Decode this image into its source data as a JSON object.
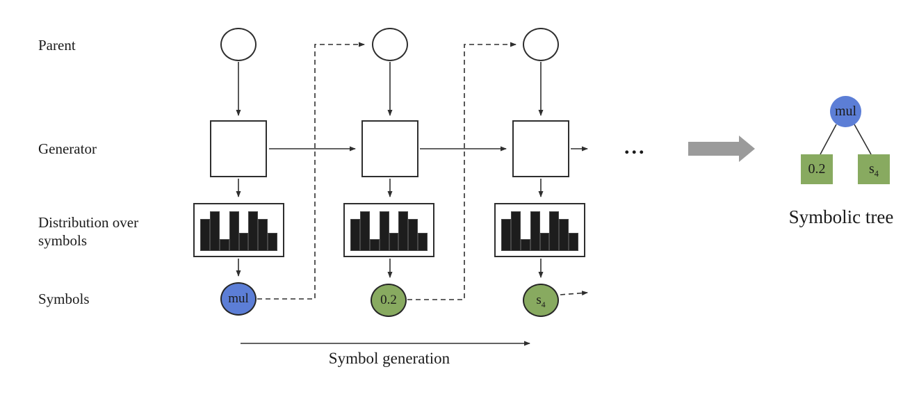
{
  "colors": {
    "symbol_blue": "#5c7ed6",
    "symbol_green": "#88aa60",
    "arrow_gray": "#9b9b9b",
    "line_dark": "#2f2f2f"
  },
  "row_labels": {
    "parent": "Parent",
    "generator": "Generator",
    "distribution": "Distribution over symbols",
    "symbols": "Symbols"
  },
  "columns": [
    {
      "symbol": "mul"
    },
    {
      "symbol": "0.2"
    },
    {
      "symbol_base": "s",
      "symbol_sub": "4"
    }
  ],
  "histogram": {
    "type": "bar",
    "values": [
      0.81,
      1.0,
      0.3,
      1.0,
      0.45,
      1.0,
      0.81,
      0.45
    ]
  },
  "ellipsis": "...",
  "captions": {
    "symbol_generation": "Symbol generation",
    "symbolic_tree": "Symbolic tree"
  },
  "tree": {
    "root": "mul",
    "left_child": "0.2",
    "right_child_base": "s",
    "right_child_sub": "4"
  }
}
